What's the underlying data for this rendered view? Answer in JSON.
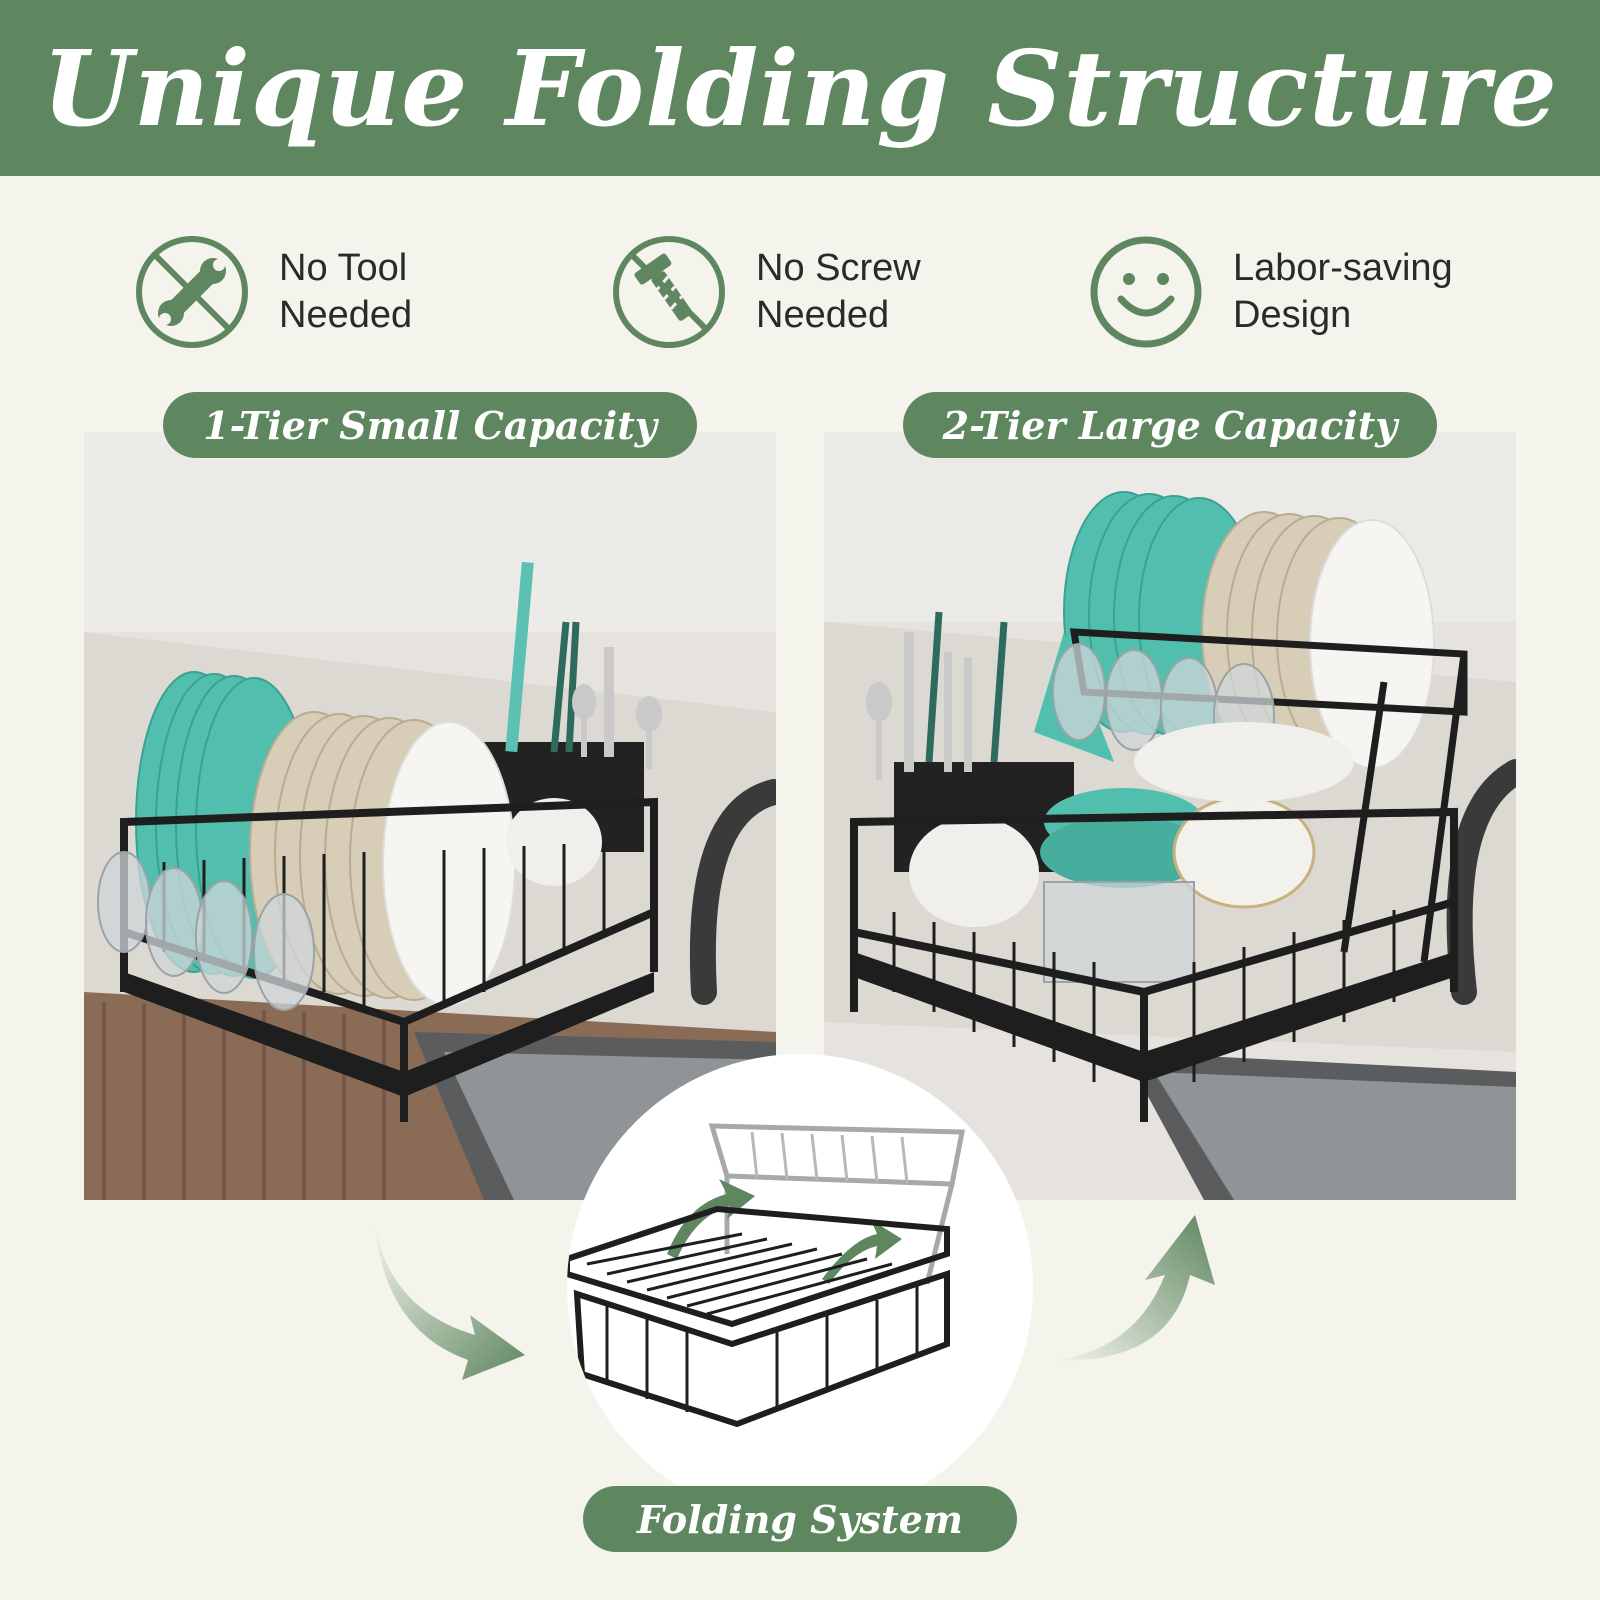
{
  "header": {
    "title": "Unique Folding Structure"
  },
  "features": [
    {
      "icon": "no-tool-icon",
      "line1": "No Tool",
      "line2": "Needed"
    },
    {
      "icon": "no-screw-icon",
      "line1": "No Screw",
      "line2": "Needed"
    },
    {
      "icon": "smiley-icon",
      "line1": "Labor-saving",
      "line2": "Design"
    }
  ],
  "labels": {
    "one_tier": "1-Tier Small Capacity",
    "two_tier": "2-Tier Large Capacity",
    "folding": "Folding System"
  },
  "colors": {
    "brand_green": "#5e8760",
    "background": "#f4f3ec",
    "plate_teal": "#4fbfae",
    "rack_black": "#1e1e1e"
  }
}
